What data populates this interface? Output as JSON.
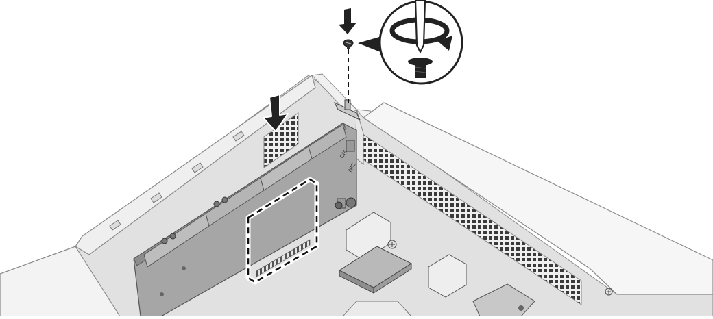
{
  "figure": {
    "type": "hardware-installation-illustration",
    "board_markings": [
      "CM",
      "NIC"
    ],
    "colors": {
      "chassis": "#f2f2f2",
      "chassis_edge": "#8a8a8a",
      "interior": "#dcdcdc",
      "card": "#a9a9a9",
      "card_dark": "#8f8f8f",
      "board": "#cfcfcf",
      "outline": "#333333",
      "arrow": "#222222",
      "highlight": "#ffffff"
    },
    "callout": {
      "icons": [
        "screwdriver-rotate-icon",
        "screw-icon"
      ]
    }
  }
}
